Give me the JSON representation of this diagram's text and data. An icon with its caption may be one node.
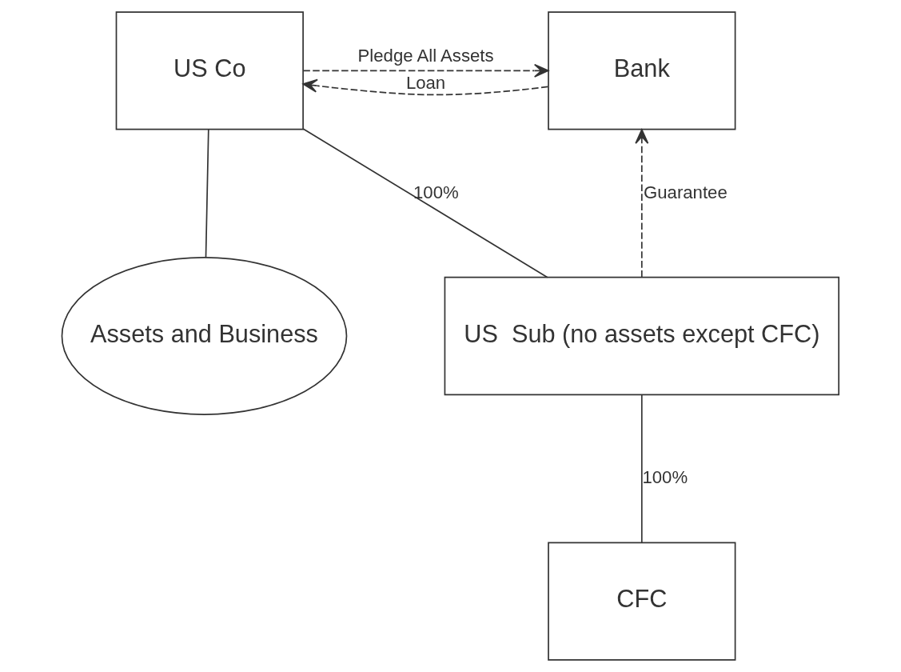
{
  "diagram": {
    "nodes": [
      {
        "text": [
          "US Co"
        ]
      },
      {
        "text": [
          "Bank"
        ]
      },
      {
        "text": [
          "Assets and Business"
        ]
      },
      {
        "text": [
          "US  Sub (no assets except CFC)"
        ]
      },
      {
        "text": [
          "CFC"
        ]
      }
    ],
    "edges": [
      {
        "from": 1,
        "to": 0,
        "arrow": "to",
        "style": "dashed",
        "label": "Loan"
      },
      {
        "from": 0,
        "to": 1,
        "arrow": "to",
        "style": "dashed",
        "label": "Pledge All Assets"
      },
      {
        "from": 0,
        "to": 2,
        "arrow": "none"
      },
      {
        "from": 0,
        "to": 3,
        "arrow": "none",
        "label": "100%"
      },
      {
        "from": 3,
        "to": 1,
        "arrow": "to",
        "style": "dashed",
        "label": "Guarantee"
      },
      {
        "from": 3,
        "to": 4,
        "arrow": "none",
        "label": "100%"
      }
    ]
  }
}
